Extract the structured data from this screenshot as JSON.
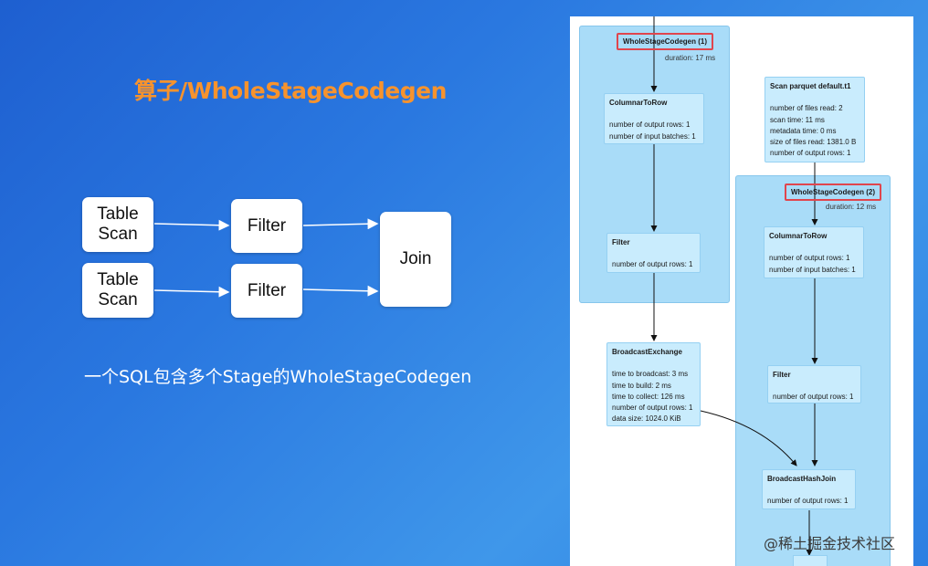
{
  "slide": {
    "title": "算子/WholeStageCodegen",
    "caption": "一个SQL包含多个Stage的WholeStageCodegen"
  },
  "diagram": {
    "nodes": [
      {
        "id": "table-scan-1",
        "label": "Table\nScan"
      },
      {
        "id": "table-scan-2",
        "label": "Table\nScan"
      },
      {
        "id": "filter-1",
        "label": "Filter"
      },
      {
        "id": "filter-2",
        "label": "Filter"
      },
      {
        "id": "join",
        "label": "Join"
      }
    ]
  },
  "plan": {
    "stage1": {
      "title": "WholeStageCodegen (1)",
      "duration": "duration: 17 ms",
      "columnar": {
        "name": "ColumnarToRow",
        "metrics": [
          "number of output rows: 1",
          "number of input batches: 1"
        ]
      },
      "filter": {
        "name": "Filter",
        "metrics": [
          "number of output rows: 1"
        ]
      }
    },
    "broadcast": {
      "name": "BroadcastExchange",
      "metrics": [
        "time to broadcast: 3 ms",
        "time to build: 2 ms",
        "time to collect: 126 ms",
        "number of output rows: 1",
        "data size: 1024.0 KiB"
      ]
    },
    "scan": {
      "name": "Scan parquet default.t1",
      "metrics": [
        "number of files read: 2",
        "scan time: 11 ms",
        "metadata time: 0 ms",
        "size of files read: 1381.0 B",
        "number of output rows: 1"
      ]
    },
    "stage2": {
      "title": "WholeStageCodegen (2)",
      "duration": "duration: 12 ms",
      "columnar": {
        "name": "ColumnarToRow",
        "metrics": [
          "number of output rows: 1",
          "number of input batches: 1"
        ]
      },
      "filter": {
        "name": "Filter",
        "metrics": [
          "number of output rows: 1"
        ]
      },
      "join": {
        "name": "BroadcastHashJoin",
        "metrics": [
          "number of output rows: 1"
        ]
      }
    }
  },
  "watermark": "@稀土掘金技术社区",
  "colors": {
    "title": "#f7932d",
    "highlight": "#e0454d",
    "cluster": "#a9dcf8",
    "node": "#c9ecfd"
  }
}
